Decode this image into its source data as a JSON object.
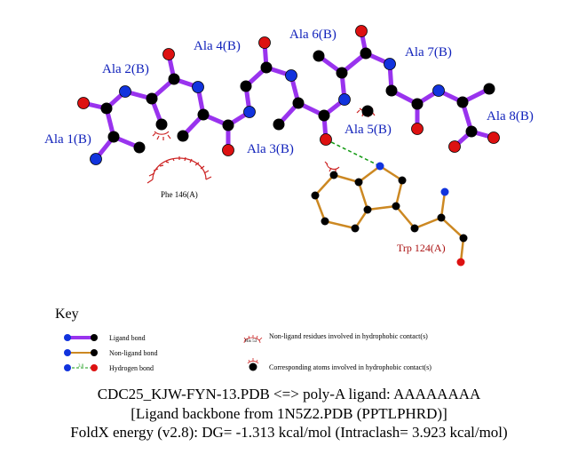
{
  "colors": {
    "ligand_bond": "#9933ee",
    "nonligand_bond": "#cc8822",
    "hbond": "#119911",
    "hydrophobic_arc": "#cc2222",
    "carbon": "#000000",
    "nitrogen": "#1133dd",
    "oxygen": "#dd1111",
    "ligand_label": "#1122bb",
    "residue_label": "#aa1111"
  },
  "ligand_residues": [
    "Ala 1(B)",
    "Ala 2(B)",
    "Ala 3(B)",
    "Ala 4(B)",
    "Ala 5(B)",
    "Ala 6(B)",
    "Ala 7(B)",
    "Ala 8(B)"
  ],
  "contacts": {
    "hydrophobic_residue": "Phe 146(A)",
    "hbond_residue": "Trp 124(A)"
  },
  "key": {
    "title": "Key",
    "ligand_bond": "Ligand bond",
    "nonligand_bond": "Non-ligand bond",
    "hydrogen_bond": "Hydrogen bond",
    "hbond_distance_sample": "3.0",
    "hydrophobic_sample": "His 53",
    "hydrophobic_residues": "Non-ligand residues involved in hydrophobic contact(s)",
    "hydrophobic_atoms": "Corresponding atoms involved in hydrophobic contact(s)"
  },
  "caption": {
    "line1": "CDC25_KJW-FYN-13.PDB <=> poly-A ligand: AAAAAAAA",
    "line2": "[Ligand backbone from 1N5Z2.PDB (PPTLPHRD)]",
    "line3": "FoldX energy (v2.8): DG= -1.313 kcal/mol (Intraclash= 3.923 kcal/mol)"
  }
}
